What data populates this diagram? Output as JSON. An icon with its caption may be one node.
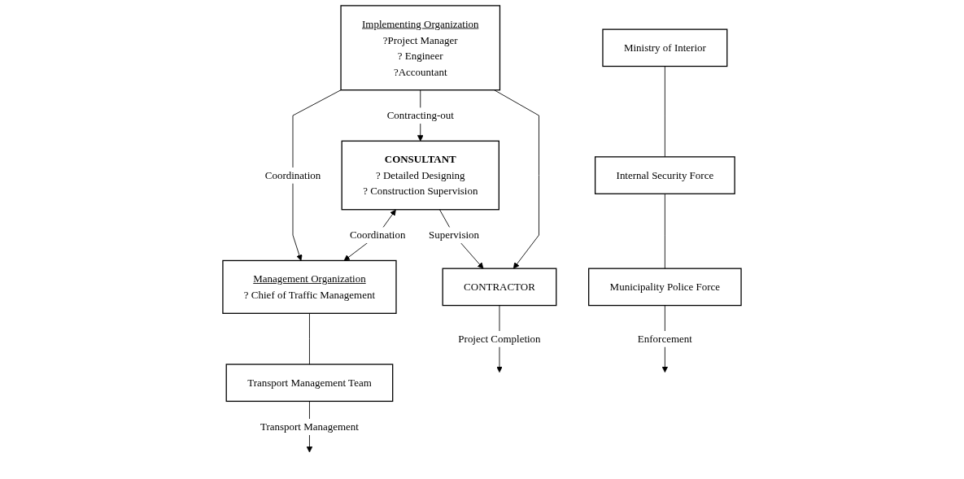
{
  "diagram": {
    "nodes": [
      {
        "text": [
          "Implementing Organization",
          "?Project Manager",
          "? Engineer",
          "?Accountant"
        ]
      },
      {
        "text": [
          "Management Organization",
          "? Chief of Traffic Management"
        ]
      },
      {
        "text": [
          "Ministry of Interior"
        ]
      },
      {
        "text": [
          "Internal Security Force"
        ]
      },
      {
        "text": [
          "Transport Management Team"
        ]
      },
      {
        "text": [
          "CONSULTANT",
          "? Detailed Designing",
          "? Construction Supervision"
        ]
      },
      {
        "text": [
          "Municipality Police Force"
        ]
      },
      {
        "text": [
          "CONTRACTOR"
        ]
      }
    ],
    "edges": [
      {
        "from": 0,
        "to": 1,
        "arrow": "to",
        "label": "Coordination"
      },
      {
        "from": 0,
        "to": 5,
        "arrow": "to",
        "label": "Contracting-out"
      },
      {
        "from": 0,
        "to": 7,
        "arrow": "to"
      },
      {
        "from": 1,
        "to": 4,
        "arrow": "none"
      },
      {
        "from": 5,
        "to": 1,
        "arrow": "both",
        "label": "Coordination"
      },
      {
        "from": 2,
        "to": 3,
        "arrow": "none"
      },
      {
        "from": 3,
        "to": 6,
        "arrow": "none"
      },
      {
        "from": 5,
        "to": 7,
        "arrow": "to",
        "label": "Supervision"
      },
      {
        "from": 7,
        "to": null,
        "arrow": "to",
        "label": "Project Completion"
      },
      {
        "from": 4,
        "to": null,
        "arrow": "to",
        "label": "Transport Management"
      },
      {
        "from": 6,
        "to": null,
        "arrow": "to",
        "label": "Enforcement"
      }
    ]
  }
}
